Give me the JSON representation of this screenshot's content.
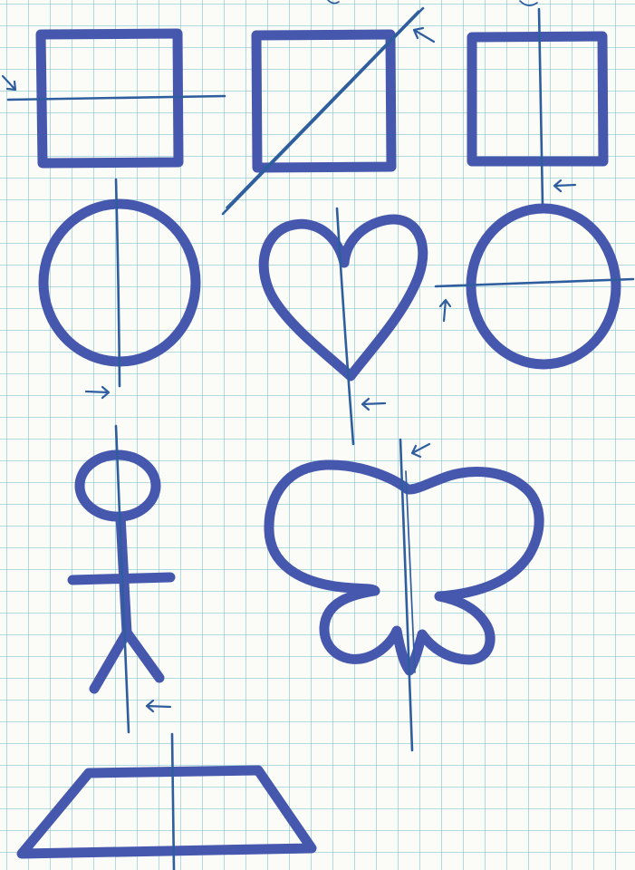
{
  "colors": {
    "paper": "#fbfbf8",
    "grid": "#78becd",
    "shape_ink": "#4658ad",
    "axis_ink": "#2f5e9f"
  },
  "figures": [
    {
      "shape": "square",
      "symmetry_line": "horizontal",
      "arrow": true
    },
    {
      "shape": "square",
      "symmetry_line": "diagonal",
      "arrow": true
    },
    {
      "shape": "square",
      "symmetry_line": "vertical",
      "arrow": true
    },
    {
      "shape": "circle",
      "symmetry_line": "vertical",
      "arrow": true
    },
    {
      "shape": "heart",
      "symmetry_line": "vertical",
      "arrow": true
    },
    {
      "shape": "circle",
      "symmetry_line": "horizontal",
      "arrow": true
    },
    {
      "shape": "stick-figure",
      "symmetry_line": "vertical",
      "arrow": true
    },
    {
      "shape": "butterfly",
      "symmetry_line": "vertical",
      "arrow": true
    },
    {
      "shape": "trapezoid",
      "symmetry_line": "vertical",
      "arrow": false
    }
  ]
}
